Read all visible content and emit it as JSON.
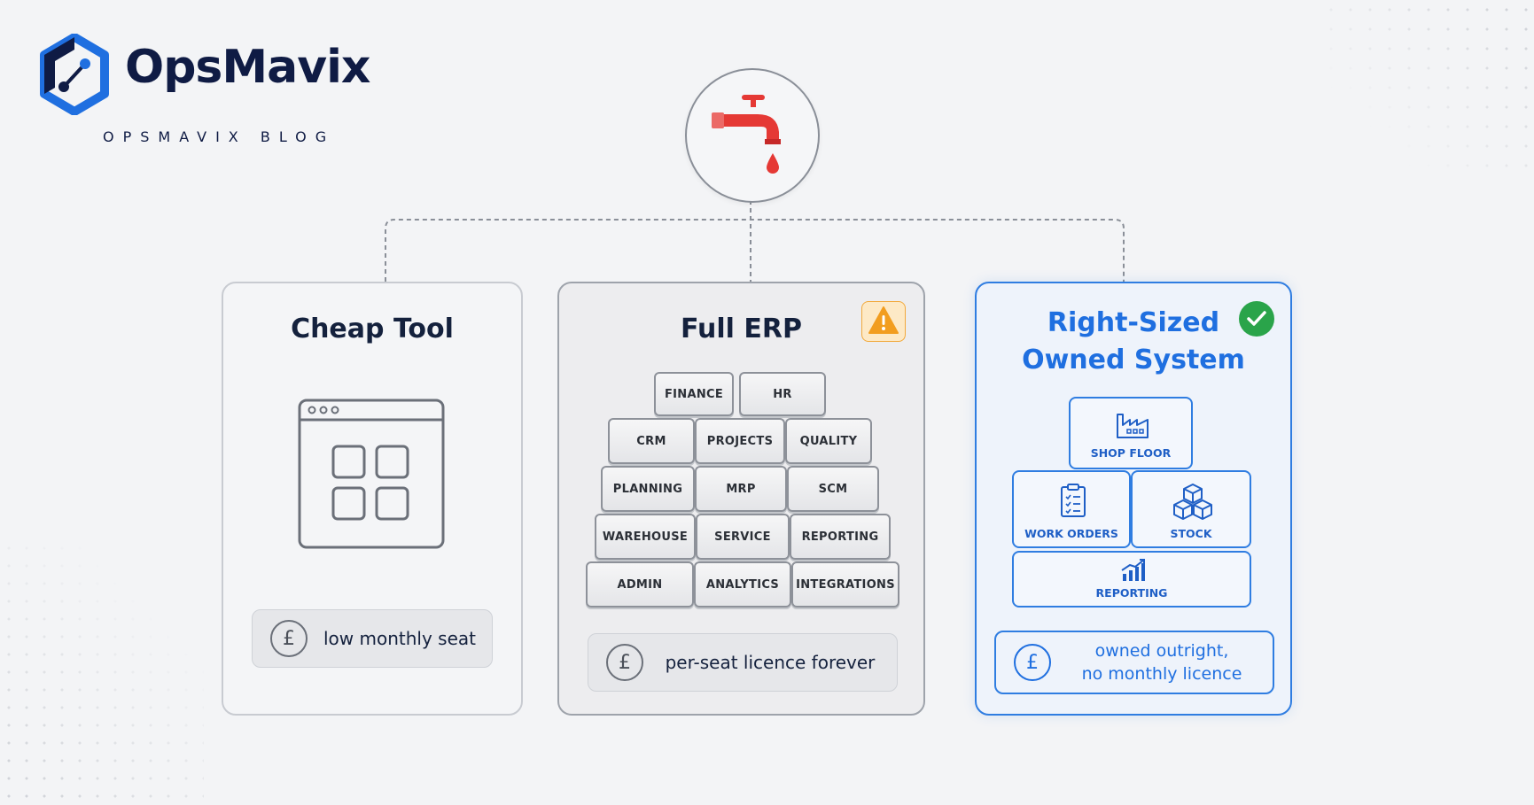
{
  "brand": {
    "name": "OpsMavix",
    "subtitle": "OPSMAVIX BLOG"
  },
  "colors": {
    "brand_navy": "#0f1b44",
    "accent_blue": "#1f6fe0",
    "warning_orange": "#f2a93b",
    "success_green": "#2aa44a",
    "faucet_red": "#e53935"
  },
  "icons": {
    "top": "leaking-faucet-icon",
    "cheap": "app-window-grid-icon",
    "warning": "warning-triangle-icon",
    "success": "check-circle-icon",
    "price": "pound-coin-icon"
  },
  "cards": {
    "cheap": {
      "title": "Cheap Tool",
      "price": "low monthly seat",
      "currency_symbol": "£"
    },
    "erp": {
      "title": "Full ERP",
      "modules": [
        [
          "FINANCE",
          "HR"
        ],
        [
          "CRM",
          "PROJECTS",
          "QUALITY"
        ],
        [
          "PLANNING",
          "MRP",
          "SCM"
        ],
        [
          "WAREHOUSE",
          "SERVICE",
          "REPORTING"
        ],
        [
          "ADMIN",
          "ANALYTICS",
          "INTEGRATIONS"
        ]
      ],
      "price": "per-seat licence forever",
      "currency_symbol": "£"
    },
    "owned": {
      "title_line1": "Right-Sized",
      "title_line2": "Owned System",
      "modules": {
        "shop_floor": "SHOP FLOOR",
        "work_orders": "WORK ORDERS",
        "stock": "STOCK",
        "reporting": "REPORTING"
      },
      "price_line1": "owned outright,",
      "price_line2": "no monthly licence",
      "currency_symbol": "£"
    }
  }
}
